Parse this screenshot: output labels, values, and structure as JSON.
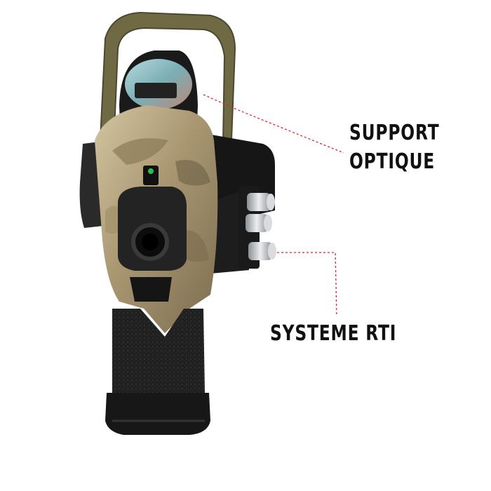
{
  "labels": {
    "support_optique": [
      "SUPPORT",
      "OPTIQUE"
    ],
    "systeme_rti": "SYSTEME RTI"
  },
  "colors": {
    "background": "#ffffff",
    "label_text": "#111111",
    "leader_line": "#e0242a",
    "camo_light": "#c9bb93",
    "camo_mid": "#8f7f5a",
    "camo_dark": "#5e5440",
    "olive_bracket": "#6f6a43",
    "grip_black": "#1e1e1e",
    "metal_silver": "#c7c9cc"
  }
}
